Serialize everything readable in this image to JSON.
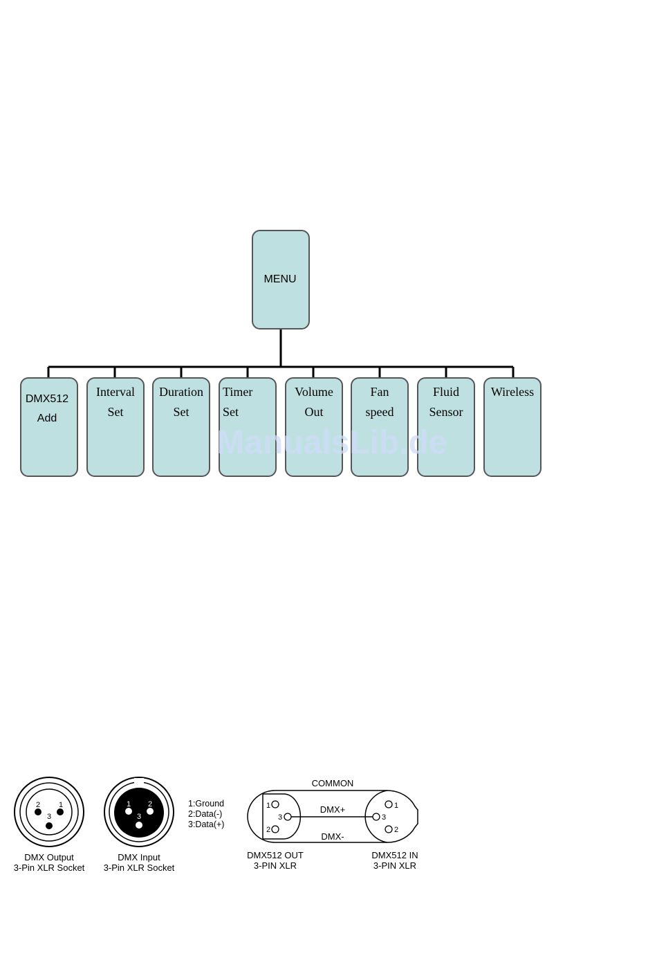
{
  "menu_tree": {
    "root": "MENU",
    "items": [
      {
        "line1": "DMX512",
        "line2": "Add"
      },
      {
        "line1": "Interval",
        "line2": "Set"
      },
      {
        "line1": "Duration",
        "line2": "Set"
      },
      {
        "line1": "Timer",
        "line2": "Set"
      },
      {
        "line1": "Volume",
        "line2": "Out"
      },
      {
        "line1": "Fan",
        "line2": "speed"
      },
      {
        "line1": "Fluid",
        "line2": "Sensor"
      },
      {
        "line1": "Wireless",
        "line2": ""
      }
    ]
  },
  "watermark": "ManualsLib.de",
  "connectors": {
    "output": {
      "line1": "DMX Output",
      "line2": "3-Pin XLR Socket"
    },
    "input": {
      "line1": "DMX Input",
      "line2": "3-Pin XLR Socket"
    },
    "pin_legend": [
      "1:Ground",
      "2:Data(-)",
      "3:Data(+)"
    ]
  },
  "wiring": {
    "common": "COMMON",
    "dmx_plus": "DMX+",
    "dmx_minus": "DMX-",
    "out_label": {
      "line1": "DMX512 OUT",
      "line2": "3-PIN XLR"
    },
    "in_label": {
      "line1": "DMX512 IN",
      "line2": "3-PIN XLR"
    }
  },
  "pins": {
    "one": "1",
    "two": "2",
    "three": "3"
  },
  "colors": {
    "box_fill": "#bfe0e0",
    "box_stroke": "#555555",
    "line": "#000000"
  }
}
